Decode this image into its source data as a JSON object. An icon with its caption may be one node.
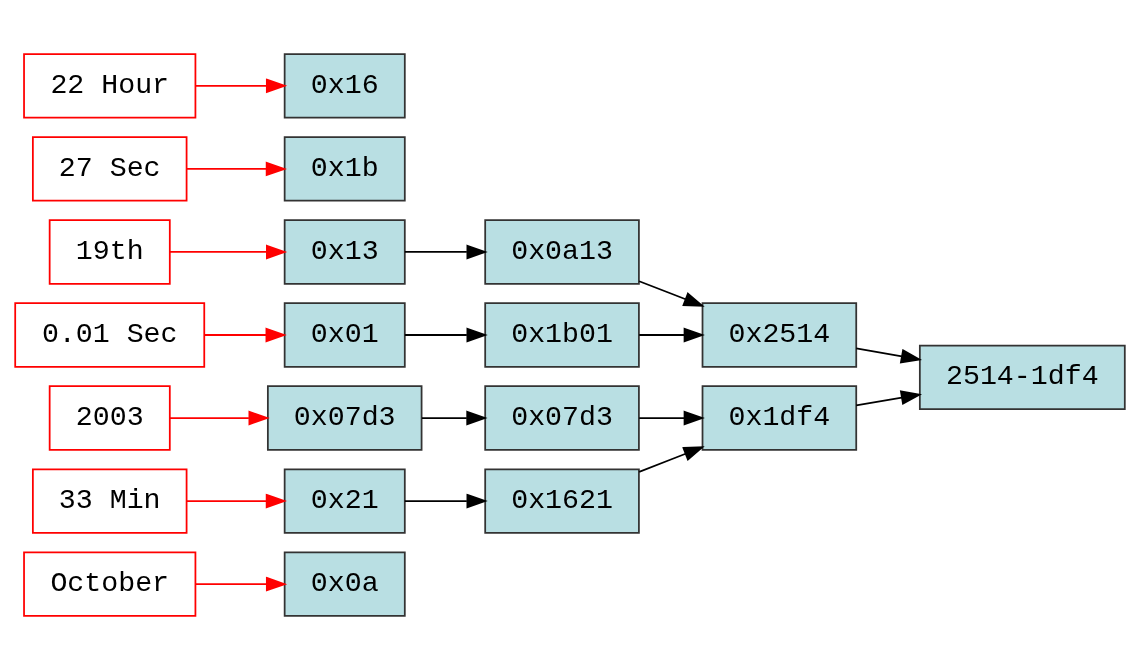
{
  "diagram": {
    "nodes": [
      {
        "text": [
          "October"
        ]
      },
      {
        "text": [
          "19th"
        ]
      },
      {
        "text": [
          "0x0a"
        ]
      },
      {
        "text": [
          "0x13"
        ]
      },
      {
        "text": [
          "0x0a13"
        ]
      },
      {
        "text": [
          "0x1b"
        ]
      },
      {
        "text": [
          "0x01"
        ]
      },
      {
        "text": [
          "0x1b01"
        ]
      },
      {
        "text": [
          "27 Sec"
        ]
      },
      {
        "text": [
          "0.01 Sec"
        ]
      },
      {
        "text": [
          "0x2514"
        ]
      },
      {
        "text": [
          "2514-1df4"
        ]
      },
      {
        "text": [
          "22 Hour"
        ]
      },
      {
        "text": [
          "33 Min"
        ]
      },
      {
        "text": [
          "0x16"
        ]
      },
      {
        "text": [
          "0x21"
        ]
      },
      {
        "text": [
          "0x1621"
        ]
      },
      {
        "text": [
          "0x07d3"
        ]
      },
      {
        "text": [
          "0x07d3"
        ]
      },
      {
        "text": [
          "2003"
        ]
      },
      {
        "text": [
          "0x1df4"
        ]
      }
    ],
    "edges": [
      {
        "from": 0,
        "to": 2,
        "arrow": "to",
        "color": "#ff0000"
      },
      {
        "from": 1,
        "to": 3,
        "arrow": "to",
        "color": "#ff0000"
      },
      {
        "from": 3,
        "to": 4,
        "arrow": "to"
      },
      {
        "from": 4,
        "to": 10,
        "arrow": "to"
      },
      {
        "from": 6,
        "to": 7,
        "arrow": "to"
      },
      {
        "from": 7,
        "to": 10,
        "arrow": "to"
      },
      {
        "from": 8,
        "to": 5,
        "arrow": "to",
        "color": "#ff0000"
      },
      {
        "from": 9,
        "to": 6,
        "arrow": "to",
        "color": "#ff0000"
      },
      {
        "from": 10,
        "to": 11,
        "arrow": "to"
      },
      {
        "from": 12,
        "to": 14,
        "arrow": "to",
        "color": "#ff0000"
      },
      {
        "from": 13,
        "to": 15,
        "arrow": "to",
        "color": "#ff0000"
      },
      {
        "from": 15,
        "to": 16,
        "arrow": "to"
      },
      {
        "from": 17,
        "to": 18,
        "arrow": "to"
      },
      {
        "from": 16,
        "to": 20,
        "arrow": "to"
      },
      {
        "from": 18,
        "to": 20,
        "arrow": "to"
      },
      {
        "from": 19,
        "to": 17,
        "arrow": "to",
        "color": "#ff0000"
      },
      {
        "from": 20,
        "to": 11,
        "arrow": "to"
      }
    ]
  }
}
